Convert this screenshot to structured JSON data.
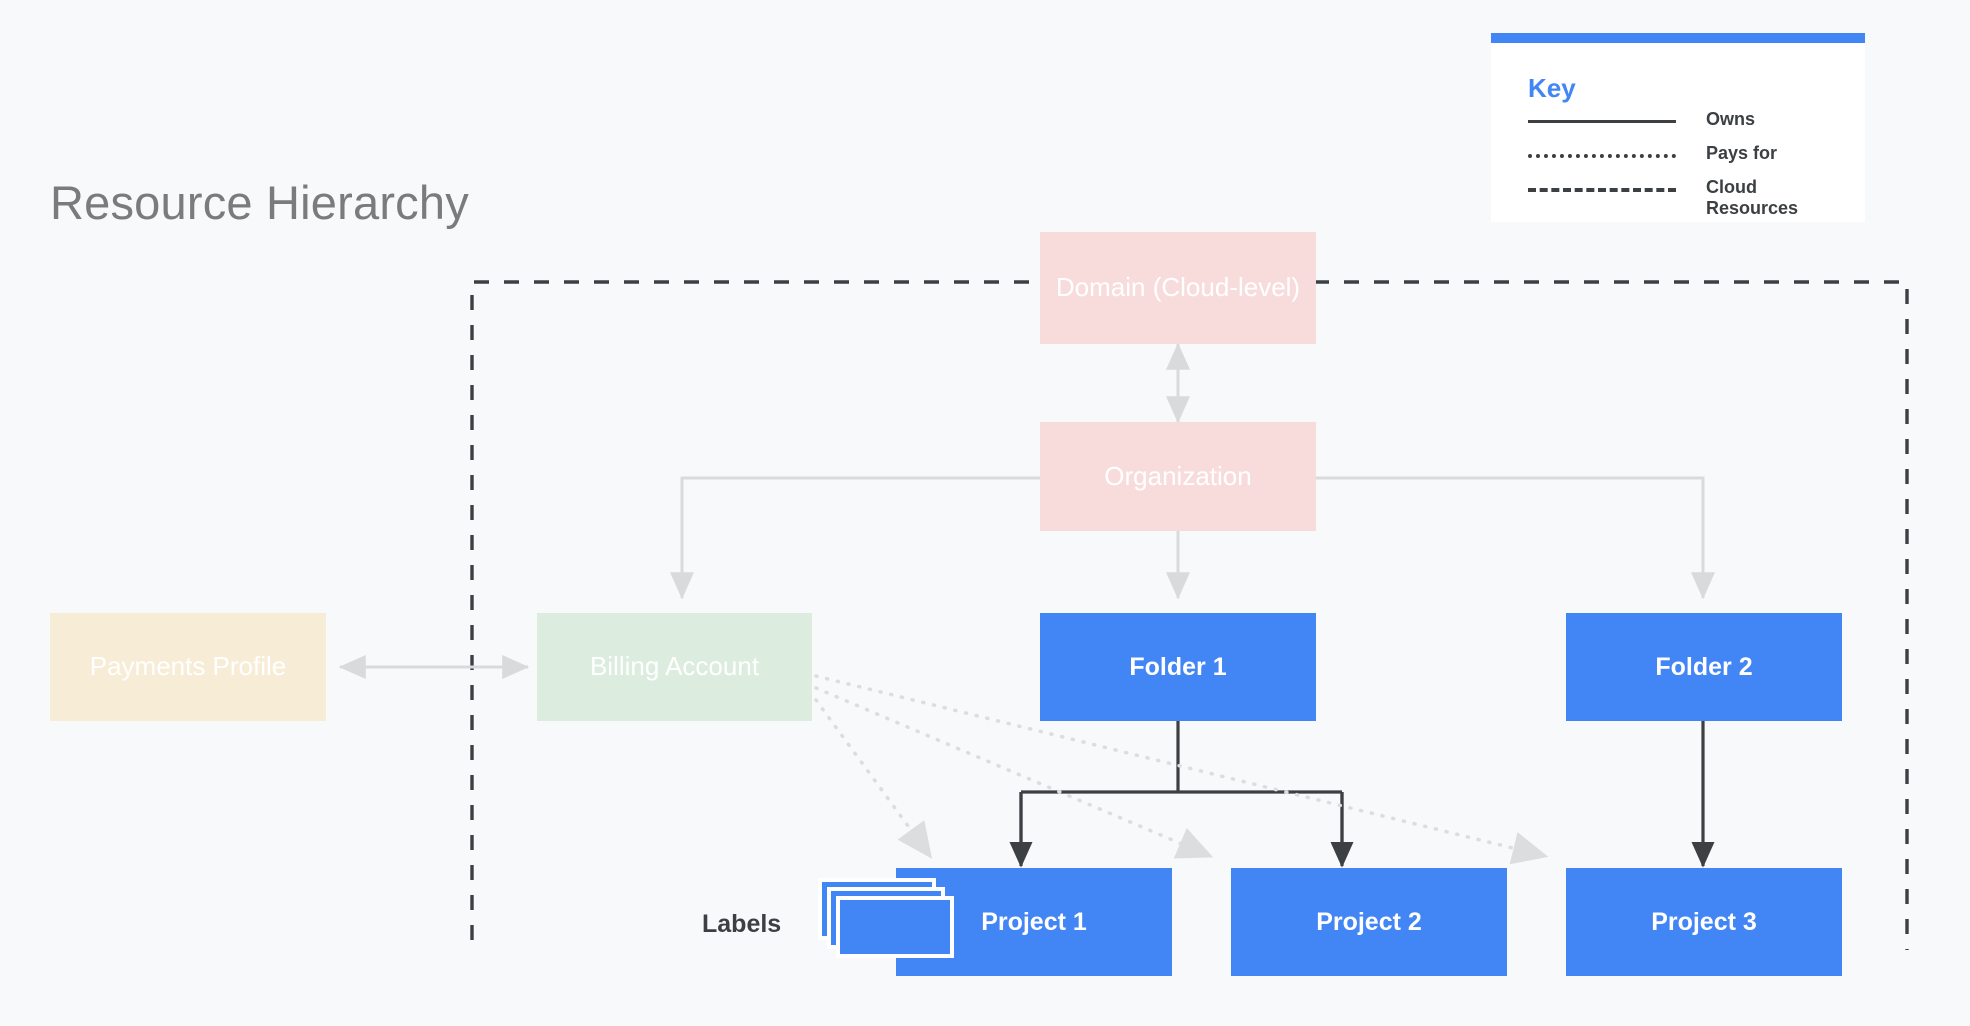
{
  "page": {
    "title": "Resource Hierarchy",
    "background_color": "#f7f9fa",
    "title_color": "#7b7b7b"
  },
  "colors": {
    "blue": "#4285f4",
    "pink": "#f8dcdc",
    "green": "#dcecdf",
    "cream": "#f7ecd6",
    "node_text": "#ffffff",
    "dark_text": "#3c4043",
    "owns_edge": "#d8dadc",
    "resource_edge": "#3c4043"
  },
  "nodes": {
    "domain": {
      "label": "Domain (Cloud-level)",
      "type": "pink"
    },
    "organization": {
      "label": "Organization",
      "type": "pink"
    },
    "payments_profile": {
      "label": "Payments Profile",
      "type": "cream"
    },
    "billing_account": {
      "label": "Billing Account",
      "type": "green"
    },
    "folder1": {
      "label": "Folder 1",
      "type": "blue"
    },
    "folder2": {
      "label": "Folder 2",
      "type": "blue"
    },
    "project1": {
      "label": "Project 1",
      "type": "blue"
    },
    "project2": {
      "label": "Project 2",
      "type": "blue"
    },
    "project3": {
      "label": "Project 3",
      "type": "blue"
    }
  },
  "labels_badge": {
    "text": "Labels",
    "card_count": 3
  },
  "key": {
    "title": "Key",
    "title_color": "#4285f4",
    "accent_bar_color": "#4285f4",
    "rows": [
      {
        "style": "solid",
        "label": "Owns"
      },
      {
        "style": "dotted",
        "label": "Pays for"
      },
      {
        "style": "dashed",
        "label": "Cloud Resources"
      }
    ]
  },
  "edges": [
    {
      "from": "domain",
      "to": "organization",
      "style": "solid",
      "direction": "both",
      "meaning": "owns"
    },
    {
      "from": "organization",
      "to": "billing_account",
      "style": "solid",
      "direction": "to",
      "meaning": "owns"
    },
    {
      "from": "organization",
      "to": "folder1",
      "style": "solid",
      "direction": "to",
      "meaning": "owns"
    },
    {
      "from": "organization",
      "to": "folder2",
      "style": "solid",
      "direction": "to",
      "meaning": "owns"
    },
    {
      "from": "payments_profile",
      "to": "billing_account",
      "style": "solid",
      "direction": "both",
      "meaning": "owns"
    },
    {
      "from": "folder1",
      "to": "project1",
      "style": "solid",
      "direction": "to",
      "meaning": "owns"
    },
    {
      "from": "folder1",
      "to": "project2",
      "style": "solid",
      "direction": "to",
      "meaning": "owns"
    },
    {
      "from": "folder2",
      "to": "project3",
      "style": "solid",
      "direction": "to",
      "meaning": "owns"
    },
    {
      "from": "billing_account",
      "to": "project1",
      "style": "dotted",
      "direction": "to",
      "meaning": "pays for"
    },
    {
      "from": "billing_account",
      "to": "project2",
      "style": "dotted",
      "direction": "to",
      "meaning": "pays for"
    },
    {
      "from": "billing_account",
      "to": "project3",
      "style": "dotted",
      "direction": "to",
      "meaning": "pays for"
    }
  ],
  "cloud_resources_boundary": {
    "style": "dashed",
    "meaning": "Cloud Resources"
  }
}
